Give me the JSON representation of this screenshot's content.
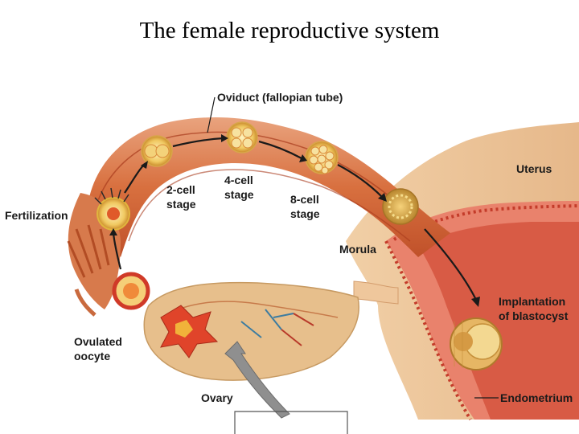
{
  "title": "The female reproductive system",
  "labels": {
    "oviduct": "Oviduct (fallopian tube)",
    "uterus": "Uterus",
    "fertilization": "Fertilization",
    "two_cell": [
      "2-cell",
      "stage"
    ],
    "four_cell": [
      "4-cell",
      "stage"
    ],
    "eight_cell": [
      "8-cell",
      "stage"
    ],
    "morula": "Morula",
    "implantation": [
      "Implantation",
      "of blastocyst"
    ],
    "ovulated": [
      "Ovulated",
      "oocyte"
    ],
    "ovary": "Ovary",
    "endometrium": "Endometrium"
  }
}
